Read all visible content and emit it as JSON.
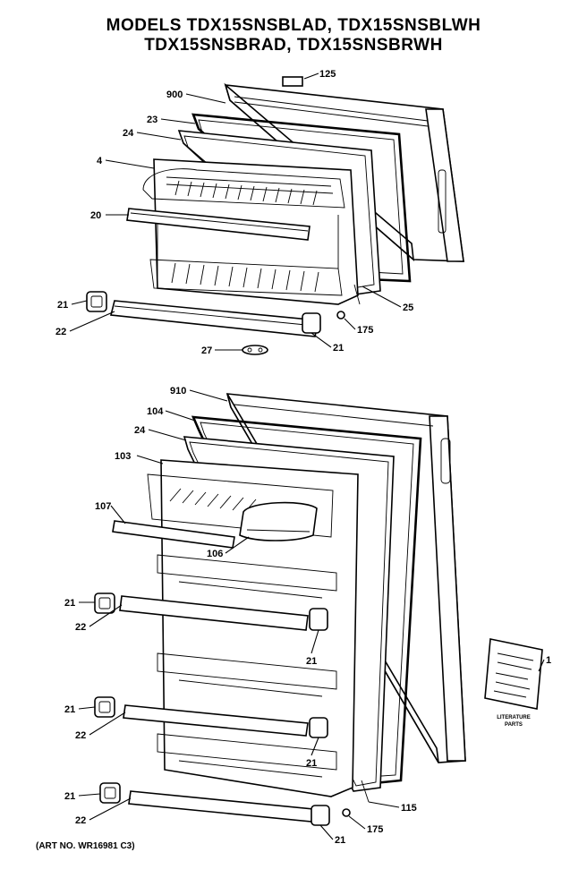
{
  "title": {
    "line1": "MODELS TDX15SNSBLAD, TDX15SNSBLWH",
    "line2": "TDX15SNSBRAD, TDX15SNSBRWH"
  },
  "labels": {
    "l125": "125",
    "l900": "900",
    "l23": "23",
    "l24a": "24",
    "l4": "4",
    "l20": "20",
    "l25": "25",
    "l21a": "21",
    "l22a": "22",
    "l175a": "175",
    "l21b": "21",
    "l27": "27",
    "l910": "910",
    "l104": "104",
    "l24b": "24",
    "l103": "103",
    "l107": "107",
    "l106": "106",
    "l21c": "21",
    "l22b": "22",
    "l21d": "21",
    "l1": "1",
    "l21e": "21",
    "l22c": "22",
    "l21f": "21",
    "l115": "115",
    "l21g": "21",
    "l22d": "22",
    "l175b": "175",
    "l21h": "21"
  },
  "literature": {
    "line1": "LITERATURE",
    "line2": "PARTS"
  },
  "art_number": "(ART NO. WR16981 C3)"
}
